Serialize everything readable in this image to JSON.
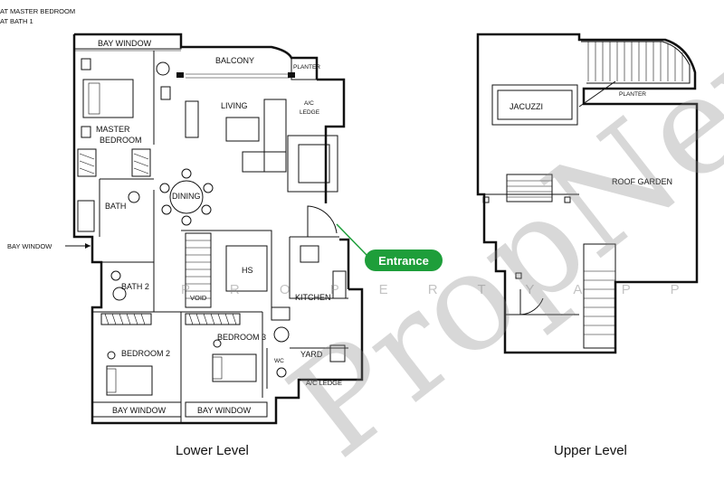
{
  "header_notes": [
    "AT MASTER BEDROOM",
    "AT BATH 1"
  ],
  "watermark": {
    "main": "PropNex",
    "sub": "P R O P E R T Y   A P P"
  },
  "lower_level": {
    "caption": "Lower Level",
    "labels": {
      "bay_window_top": "BAY WINDOW",
      "balcony": "BALCONY",
      "planter": "PLANTER",
      "master_bedroom_1": "MASTER",
      "master_bedroom_2": "BEDROOM",
      "living": "LIVING",
      "ac_ledge_top_1": "A/C",
      "ac_ledge_top_2": "LEDGE",
      "dining": "DINING",
      "bath": "BATH",
      "bay_window_side": "BAY WINDOW",
      "hs": "HS",
      "bath_2": "BATH 2",
      "void": "VOID",
      "kitchen": "KITCHEN",
      "bedroom_3": "BEDROOM 3",
      "bedroom_2": "BEDROOM 2",
      "yard": "YARD",
      "wc": "WC",
      "ac_ledge_bottom": "A/C LEDGE",
      "bay_window_bottom_left": "BAY WINDOW",
      "bay_window_bottom_right": "BAY WINDOW"
    }
  },
  "upper_level": {
    "caption": "Upper Level",
    "labels": {
      "jacuzzi": "JACUZZI",
      "planter": "PLANTER",
      "roof_garden": "ROOF GARDEN"
    }
  },
  "entrance": {
    "label": "Entrance",
    "color": "#1e9e3a"
  }
}
